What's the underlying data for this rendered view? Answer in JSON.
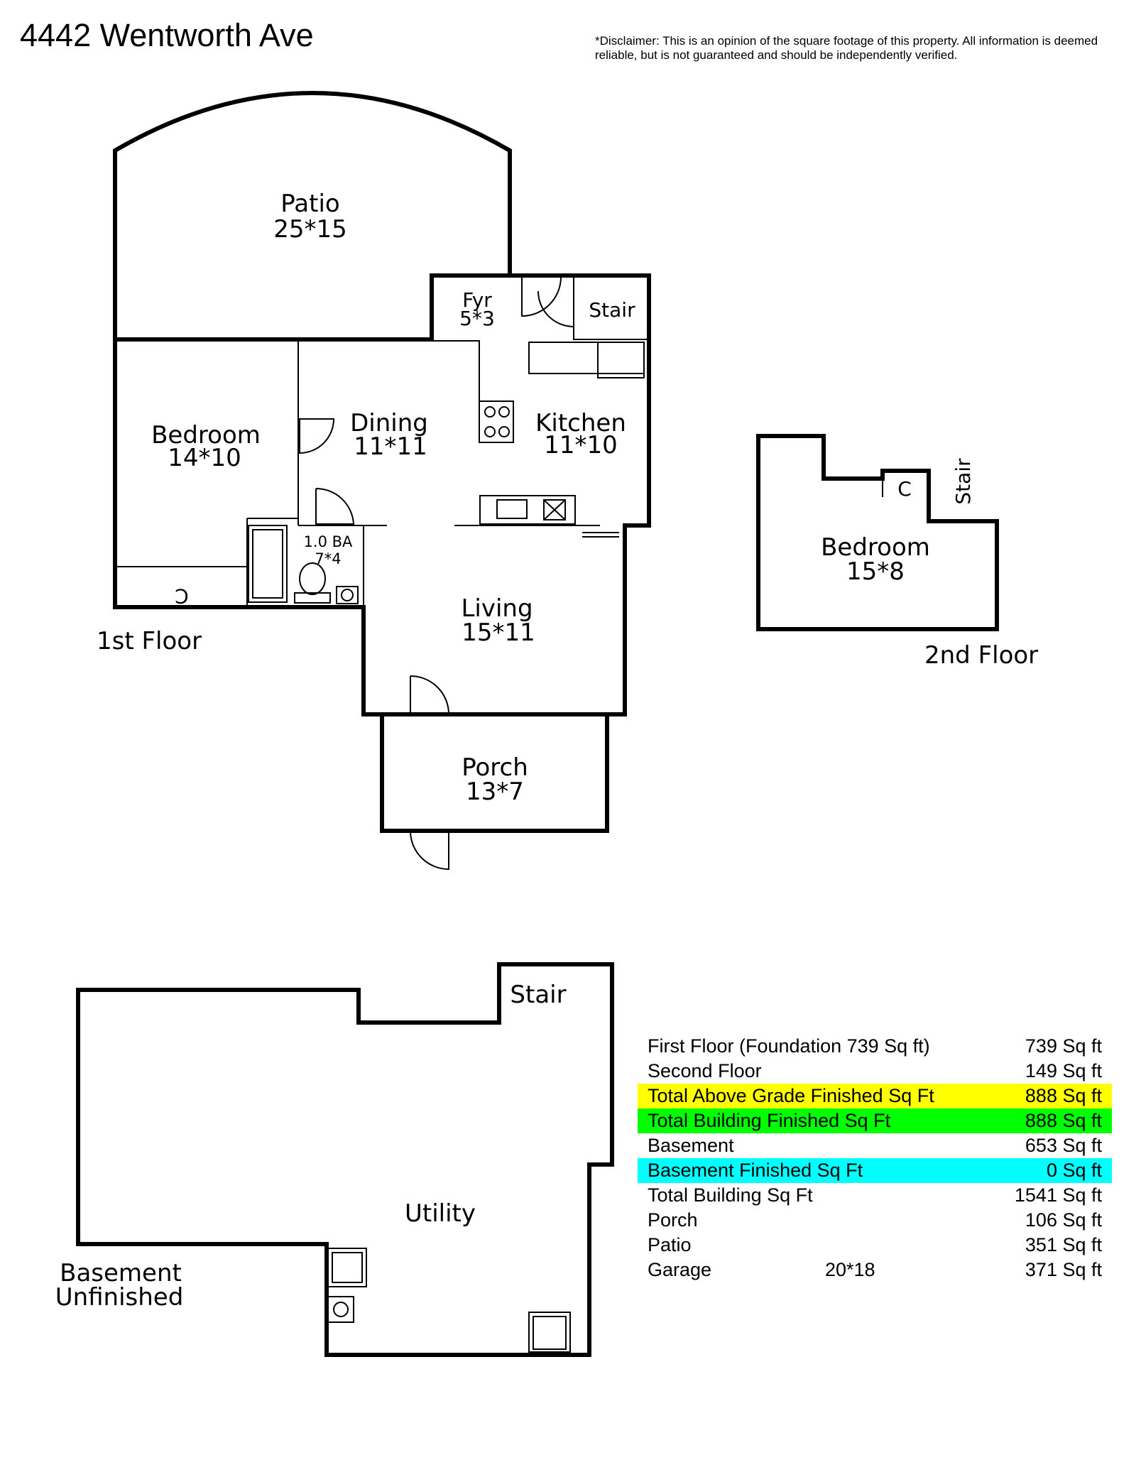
{
  "header": {
    "title": "4442 Wentworth Ave",
    "disclaimer": "*Disclaimer: This is an opinion of the square footage of this property. All information is deemed reliable, but is not guaranteed and should be independently verified."
  },
  "first_floor": {
    "label": "1st Floor",
    "rooms": {
      "patio": {
        "name": "Patio",
        "dims": "25*15"
      },
      "foyer": {
        "name": "Fyr",
        "dims": "5*3"
      },
      "stair": {
        "name": "Stair"
      },
      "bedroom": {
        "name": "Bedroom",
        "dims": "14*10"
      },
      "dining": {
        "name": "Dining",
        "dims": "11*11"
      },
      "kitchen": {
        "name": "Kitchen",
        "dims": "11*10"
      },
      "bath": {
        "name": "1.0 BA",
        "dims": "7*4"
      },
      "closet": {
        "name": "C"
      },
      "living": {
        "name": "Living",
        "dims": "15*11"
      },
      "porch": {
        "name": "Porch",
        "dims": "13*7"
      }
    }
  },
  "second_floor": {
    "label": "2nd Floor",
    "rooms": {
      "bedroom": {
        "name": "Bedroom",
        "dims": "15*8"
      },
      "closet": {
        "name": "C"
      },
      "stair": {
        "name": "Stair"
      }
    }
  },
  "basement": {
    "label_line1": "Basement",
    "label_line2": "Unfinished",
    "rooms": {
      "stair": {
        "name": "Stair"
      },
      "utility": {
        "name": "Utility"
      }
    }
  },
  "colors": {
    "yellow": "#ffff00",
    "green": "#00ff00",
    "cyan": "#00ffff"
  },
  "sqft_table": [
    {
      "label": "First Floor (Foundation 739 Sq ft)",
      "dims": "",
      "value": "739 Sq ft",
      "highlight": ""
    },
    {
      "label": "Second Floor",
      "dims": "",
      "value": "149 Sq ft",
      "highlight": ""
    },
    {
      "label": "Total Above Grade Finished Sq Ft",
      "dims": "",
      "value": "888 Sq ft",
      "highlight": "#ffff00"
    },
    {
      "label": "Total Building Finished Sq Ft",
      "dims": "",
      "value": "888 Sq ft",
      "highlight": "#00ff00"
    },
    {
      "label": "Basement",
      "dims": "",
      "value": "653 Sq ft",
      "highlight": ""
    },
    {
      "label": "Basement Finished Sq Ft",
      "dims": "",
      "value": "0 Sq ft",
      "highlight": "#00ffff"
    },
    {
      "label": "Total Building Sq Ft",
      "dims": "",
      "value": "1541 Sq ft",
      "highlight": ""
    },
    {
      "label": "Porch",
      "dims": "",
      "value": "106 Sq ft",
      "highlight": ""
    },
    {
      "label": "Patio",
      "dims": "",
      "value": "351 Sq ft",
      "highlight": ""
    },
    {
      "label": "Garage",
      "dims": "20*18",
      "value": "371 Sq ft",
      "highlight": ""
    }
  ]
}
